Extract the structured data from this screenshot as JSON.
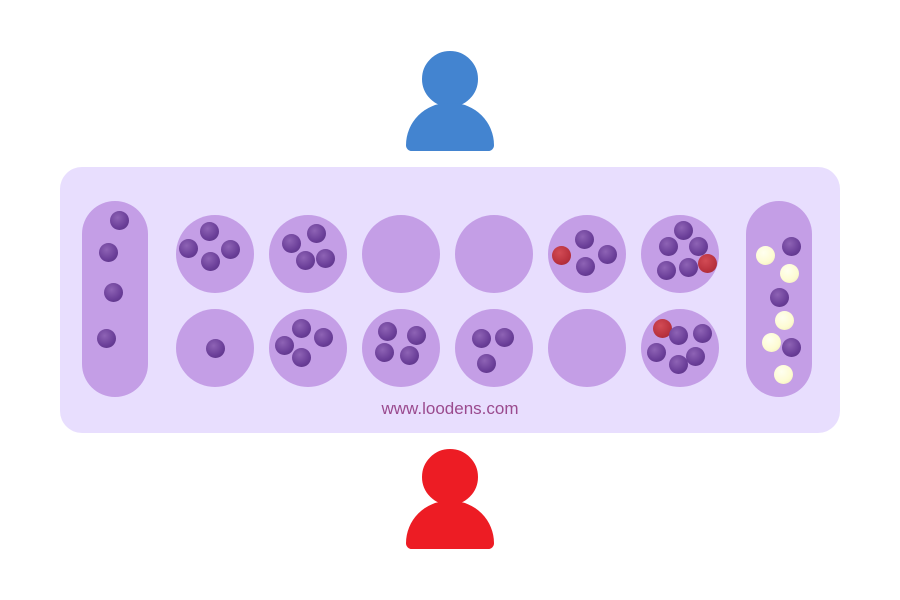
{
  "site": {
    "url_text": "www.loodens.com"
  },
  "players": {
    "top": {
      "name": "top-player",
      "color": "#4384d0",
      "icon": "person-icon"
    },
    "bottom": {
      "name": "bottom-player",
      "color": "#ed1c24",
      "icon": "person-icon"
    }
  },
  "colors": {
    "board": "#e8defe",
    "pit": "#c49ee6",
    "seed_purple": "#6a3e98",
    "seed_red": "#b9323e",
    "seed_cream": "#fdfbd2"
  },
  "board": {
    "stores": {
      "left": {
        "seeds": [
          "purple",
          "purple",
          "purple",
          "purple"
        ]
      },
      "right": {
        "seeds": [
          "cream",
          "purple",
          "cream",
          "purple",
          "cream",
          "cream",
          "purple",
          "cream"
        ]
      }
    },
    "top_row": [
      {
        "seeds": [
          "purple",
          "purple",
          "purple",
          "purple"
        ]
      },
      {
        "seeds": [
          "purple",
          "purple",
          "purple",
          "purple"
        ]
      },
      {
        "seeds": []
      },
      {
        "seeds": []
      },
      {
        "seeds": [
          "red",
          "purple",
          "purple",
          "purple"
        ]
      },
      {
        "seeds": [
          "purple",
          "purple",
          "purple",
          "purple",
          "purple",
          "red"
        ]
      }
    ],
    "bottom_row": [
      {
        "seeds": [
          "purple"
        ]
      },
      {
        "seeds": [
          "purple",
          "purple",
          "purple",
          "purple"
        ]
      },
      {
        "seeds": [
          "purple",
          "purple",
          "purple",
          "purple"
        ]
      },
      {
        "seeds": [
          "purple",
          "purple",
          "purple"
        ]
      },
      {
        "seeds": []
      },
      {
        "seeds": [
          "red",
          "purple",
          "purple",
          "purple",
          "purple",
          "purple"
        ]
      }
    ]
  }
}
